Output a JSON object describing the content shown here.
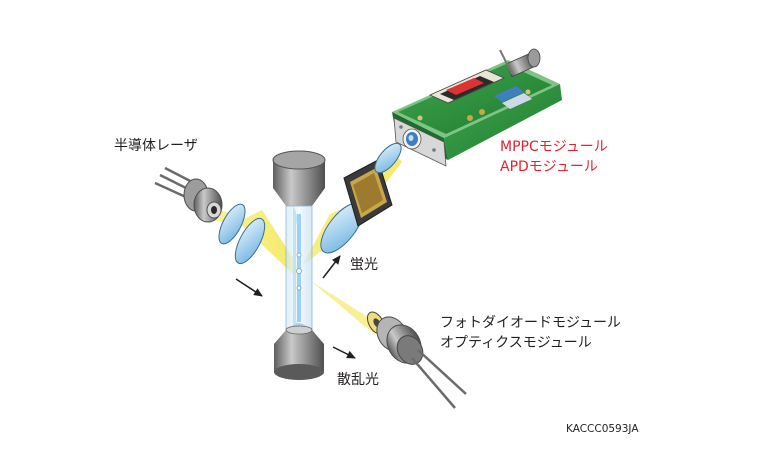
{
  "labels": {
    "laser": "半導体レーザ",
    "mppc_line1": "MPPCモジュール",
    "mppc_line2": "APDモジュール",
    "fluorescence": "蛍光",
    "scatter": "散乱光",
    "photodiode_line1": "フォトダイオードモジュール",
    "photodiode_line2": "オプティクスモジュール",
    "figure_code": "KACCC0593JA"
  },
  "colors": {
    "label_red": "#e6202f",
    "beam_yellow": "#f4ec74",
    "lens_blue": "#b9dcf2",
    "pcb_green": "#2f8f3c",
    "metal_gray": "#8a8a8a"
  }
}
